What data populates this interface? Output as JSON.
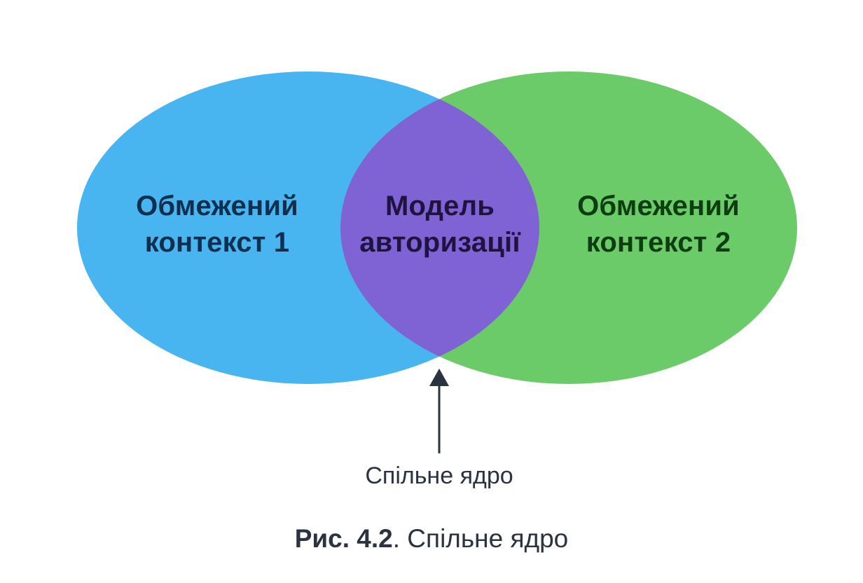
{
  "diagram": {
    "type": "venn",
    "sets": [
      {
        "id": "left",
        "label_line1": "Обмежений",
        "label_line2": "контекст 1",
        "fill": "#48B5F0",
        "text_color": "#0F2F4F"
      },
      {
        "id": "right",
        "label_line1": "Обмежений",
        "label_line2": "контекст 2",
        "fill": "#6CCB69",
        "text_color": "#0F3D12"
      }
    ],
    "intersection": {
      "label_line1": "Модель",
      "label_line2": "авторизації",
      "fill": "#7F63D4",
      "text_color": "#1F1440"
    },
    "arrow": {
      "label": "Спільне ядро",
      "color": "#2B3340"
    }
  },
  "caption": {
    "figure_number": "Рис. 4.2",
    "title": ". Спільне ядро"
  }
}
